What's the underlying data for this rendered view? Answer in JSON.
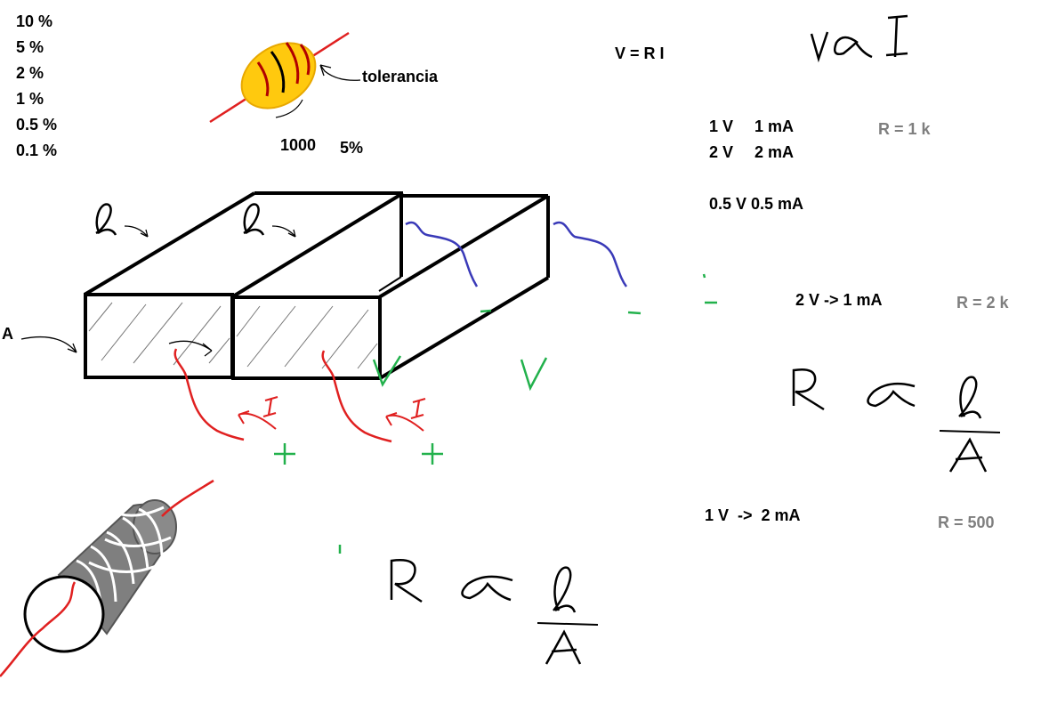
{
  "canvas": {
    "background": "#ffffff"
  },
  "colors": {
    "ink": "#000000",
    "gray_text": "#7f7f7f",
    "wire_red": "#e02020",
    "wire_blue": "#3a3ab8",
    "sign_green": "#22b14c",
    "resistor_body": "#ffc90e",
    "band_dark_red": "#b00000",
    "coil_gray": "#7f7f7f"
  },
  "tolerance_list": [
    "10 %",
    "5 %",
    "2 %",
    "1 %",
    "0.5 %",
    "0.1 %"
  ],
  "resistor": {
    "label": "tolerancia",
    "value": "1000",
    "tolerance": "5%"
  },
  "ohms_law": "V = R I",
  "table_1k": {
    "rows": [
      {
        "v": "1 V",
        "i": "1 mA"
      },
      {
        "v": "2 V",
        "i": "2 mA"
      }
    ],
    "extra": "0.5 V 0.5 mA",
    "r": "R = 1 k"
  },
  "case_2k": {
    "text": "2 V -> 1 mA",
    "r": "R = 2 k"
  },
  "case_500": {
    "text": "1 V  ->  2 mA",
    "r": "R = 500"
  },
  "handwritten": {
    "area_label": "A",
    "length_symbol": "l",
    "current_symbol": "I",
    "plus": "+",
    "minus": "-",
    "voltage_symbol": "V"
  }
}
